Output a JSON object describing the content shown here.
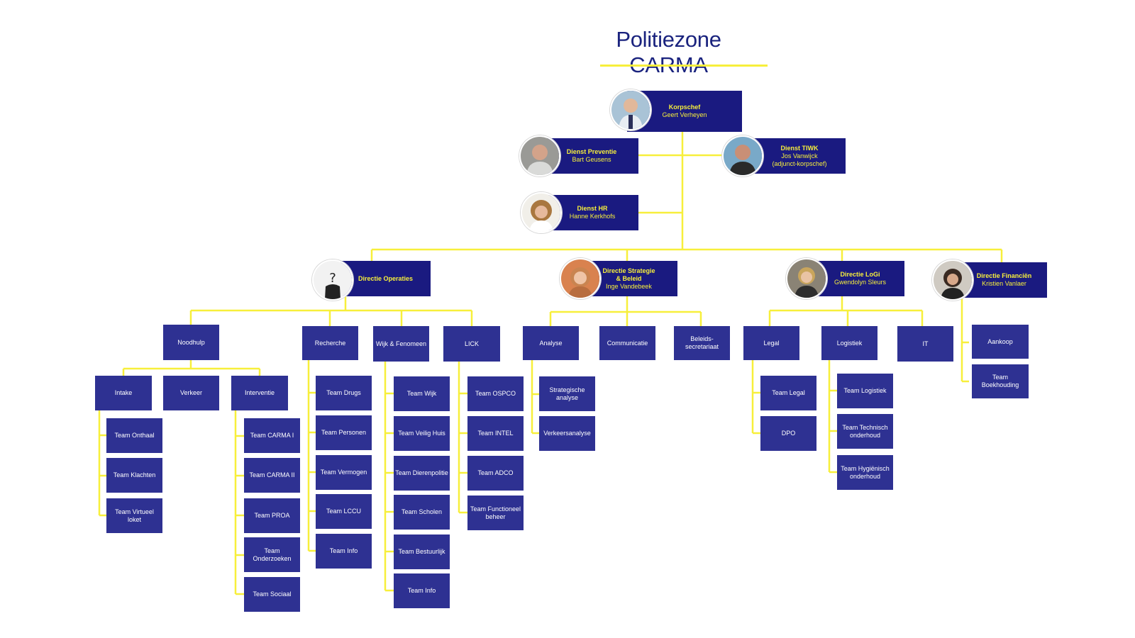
{
  "title": "Politiezone CARMA",
  "colors": {
    "line": "#f7ef3b",
    "leader_box": "#1a1a80",
    "unit_box": "#2e3192",
    "title": "#1a237e"
  },
  "leaders": {
    "korpschef": {
      "role": "Korpschef",
      "name": "Geert Verheyen",
      "photo": "person-photo"
    },
    "preventie": {
      "role": "Dienst Preventie",
      "name": "Bart Geusens",
      "photo": "person-photo"
    },
    "tiwk": {
      "role": "Dienst TIWK",
      "name": "Jos Vanwijck",
      "extra": "(adjunct-korpschef)",
      "photo": "person-photo"
    },
    "hr": {
      "role": "Dienst HR",
      "name": "Hanne Kerkhofs",
      "photo": "person-photo"
    },
    "operaties": {
      "role": "Directie Operaties",
      "photo": "question-mark-placeholder"
    },
    "strategie": {
      "role1": "Directie Strategie",
      "role2": "& Beleid",
      "name": "Inge Vandebeek",
      "photo": "person-photo"
    },
    "logi": {
      "role": "Directie LoGi",
      "name": "Gwendolyn Sleurs",
      "photo": "person-photo"
    },
    "financien": {
      "role": "Directie Financiën",
      "name": "Kristien Vanlaer",
      "photo": "person-photo"
    }
  },
  "units": {
    "noodhulp": "Noodhulp",
    "recherche": "Recherche",
    "wijk": "Wijk & Fenomeen",
    "lick": "LICK",
    "analyse": "Analyse",
    "communicatie": "Communicatie",
    "beleid": "Beleids-secretariaat",
    "legal": "Legal",
    "logistiek": "Logistiek",
    "it": "IT",
    "aankoop": "Aankoop",
    "boekhouding": "Team Boekhouding",
    "intake": "Intake",
    "verkeer": "Verkeer",
    "interventie": "Interventie",
    "onthaal": "Team Onthaal",
    "klachten": "Team Klachten",
    "virtueel": "Team Virtueel loket",
    "carma1": "Team CARMA I",
    "carma2": "Team CARMA II",
    "proa": "Team PROA",
    "onderzoeken": "Team Onderzoeken",
    "sociaal": "Team Sociaal",
    "drugs": "Team Drugs",
    "personen": "Team Personen",
    "vermogen": "Team Vermogen",
    "lccu": "Team LCCU",
    "info_r": "Team Info",
    "twijk": "Team Wijk",
    "veilig": "Team Veilig Huis",
    "dieren": "Team Dierenpolitie",
    "scholen": "Team Scholen",
    "bestuur": "Team Bestuurlijk",
    "info_w": "Team Info",
    "ospco": "Team OSPCO",
    "intel": "Team INTEL",
    "adco": "Team ADCO",
    "functioneel": "Team Functioneel beheer",
    "strat_analyse": "Strategische analyse",
    "verkeersanalyse": "Verkeersanalyse",
    "tlegal": "Team Legal",
    "dpo": "DPO",
    "tlogistiek": "Team Logistiek",
    "technisch": "Team Technisch onderhoud",
    "hygienisch": "Team Hygiënisch onderhoud"
  }
}
